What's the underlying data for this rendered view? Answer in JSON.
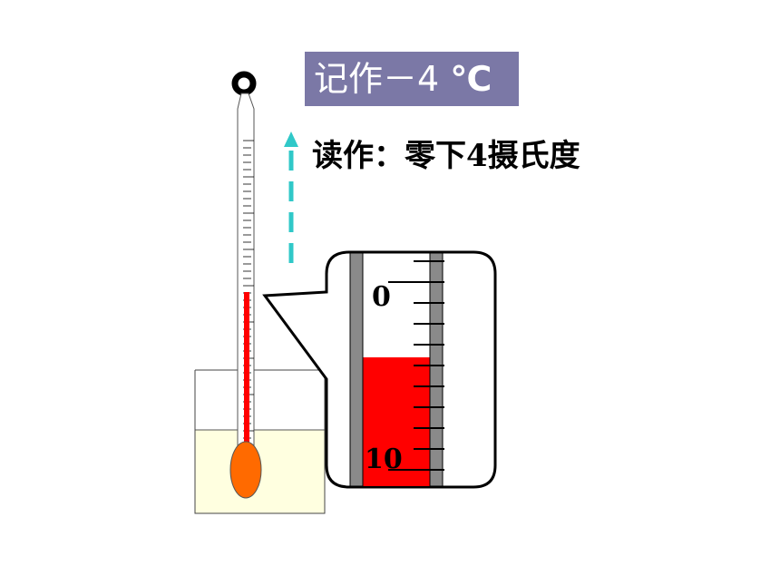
{
  "record": {
    "prefix": "记作",
    "value": "－4",
    "unit": "℃"
  },
  "reading": "读作：零下4摄氏度",
  "zoom_scale": {
    "label_top": "0",
    "label_bottom": "10",
    "liquid_top_reading": 4
  },
  "colors": {
    "title_bg": "#7b78a6",
    "mercury": "#ff0000",
    "bulb": "#ff6a00",
    "water": "#ffffe0",
    "arrow": "#30c8c8",
    "tube_wall": "#808080"
  },
  "icons": {
    "ring": "ring-icon",
    "arrow": "dashed-up-arrow-icon"
  }
}
